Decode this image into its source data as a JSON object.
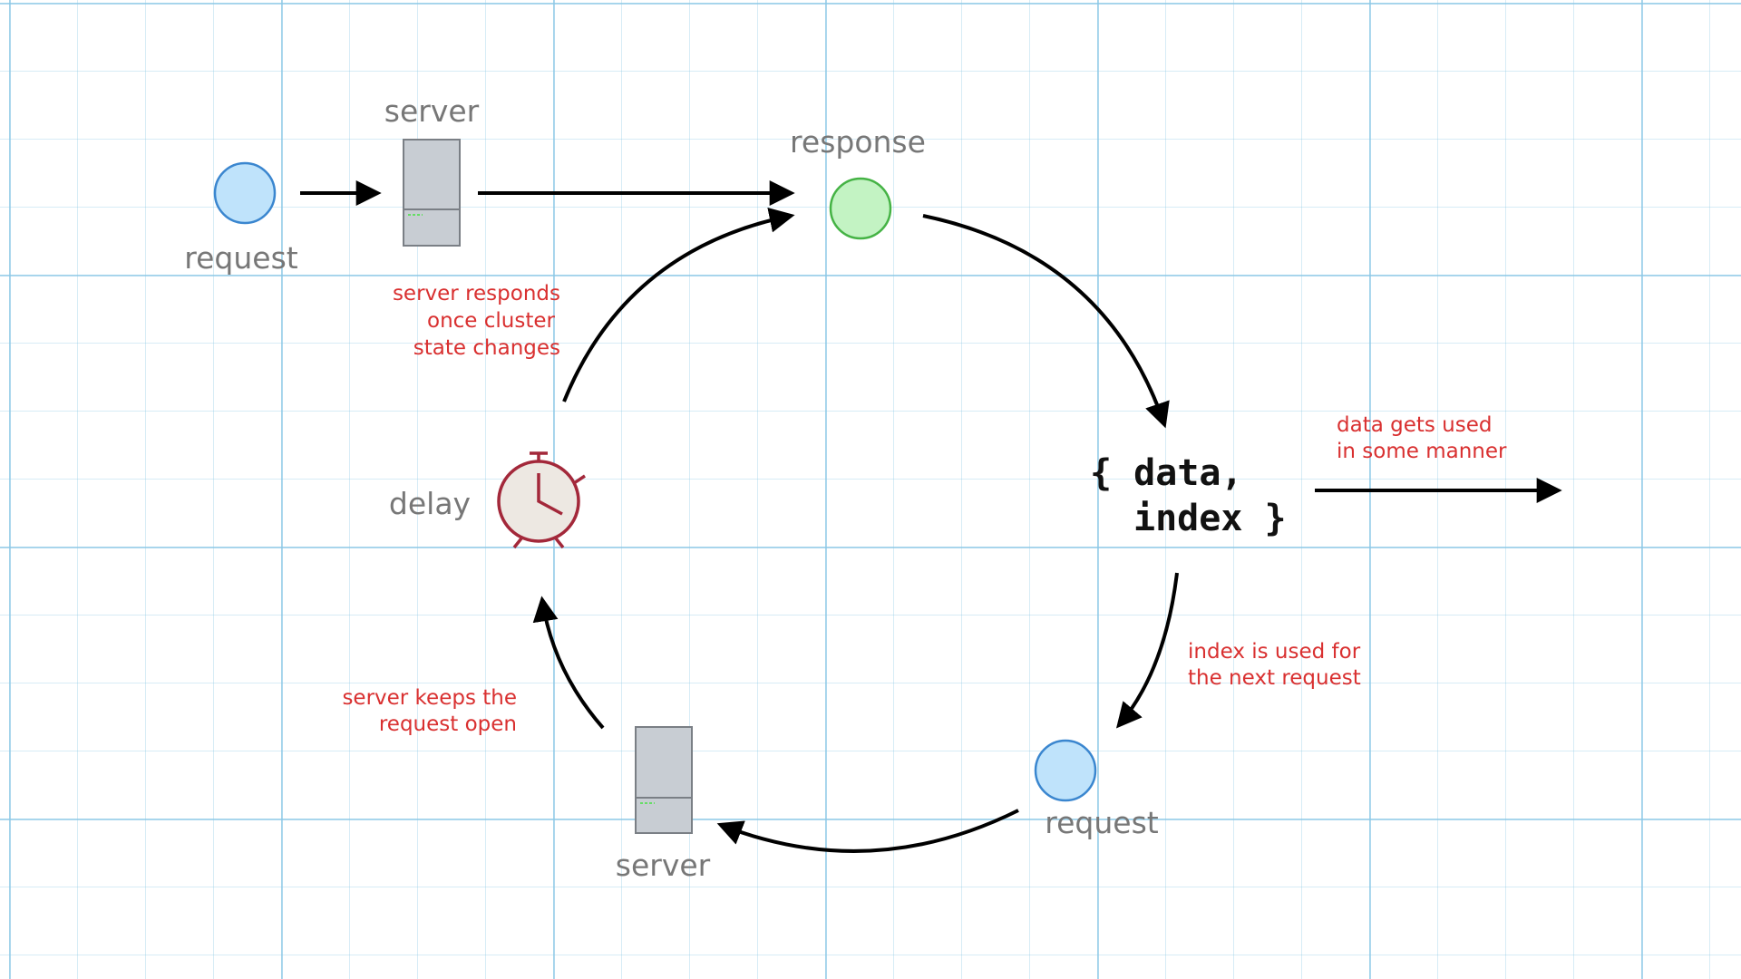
{
  "labels": {
    "top_request": "request",
    "top_server": "server",
    "response": "response",
    "data_line1": "{ data,",
    "data_line2": "index }",
    "bottom_request": "request",
    "bottom_server": "server",
    "delay": "delay"
  },
  "annotations": {
    "server_responds": [
      "server responds",
      "once cluster",
      "state changes"
    ],
    "data_used": [
      "data gets used",
      "in some manner"
    ],
    "index_used": [
      "index is used for",
      "the next request"
    ],
    "keeps_open": [
      "server keeps the",
      "request open"
    ]
  },
  "colors": {
    "request_fill": "#bfe3fb",
    "request_stroke": "#3a86cf",
    "response_fill": "#c3f3c3",
    "response_stroke": "#45b345",
    "server_fill": "#c8cdd3",
    "server_stroke": "#7a7f85",
    "server_led": "#66dd66",
    "timer_fill": "#ede8e2",
    "timer_stroke": "#a3283a",
    "annotation_text": "#d93030",
    "label_text": "#777777"
  },
  "icons": {
    "request": "circle-node",
    "response": "circle-node",
    "server": "server-tower-icon",
    "delay": "stopwatch-icon"
  }
}
